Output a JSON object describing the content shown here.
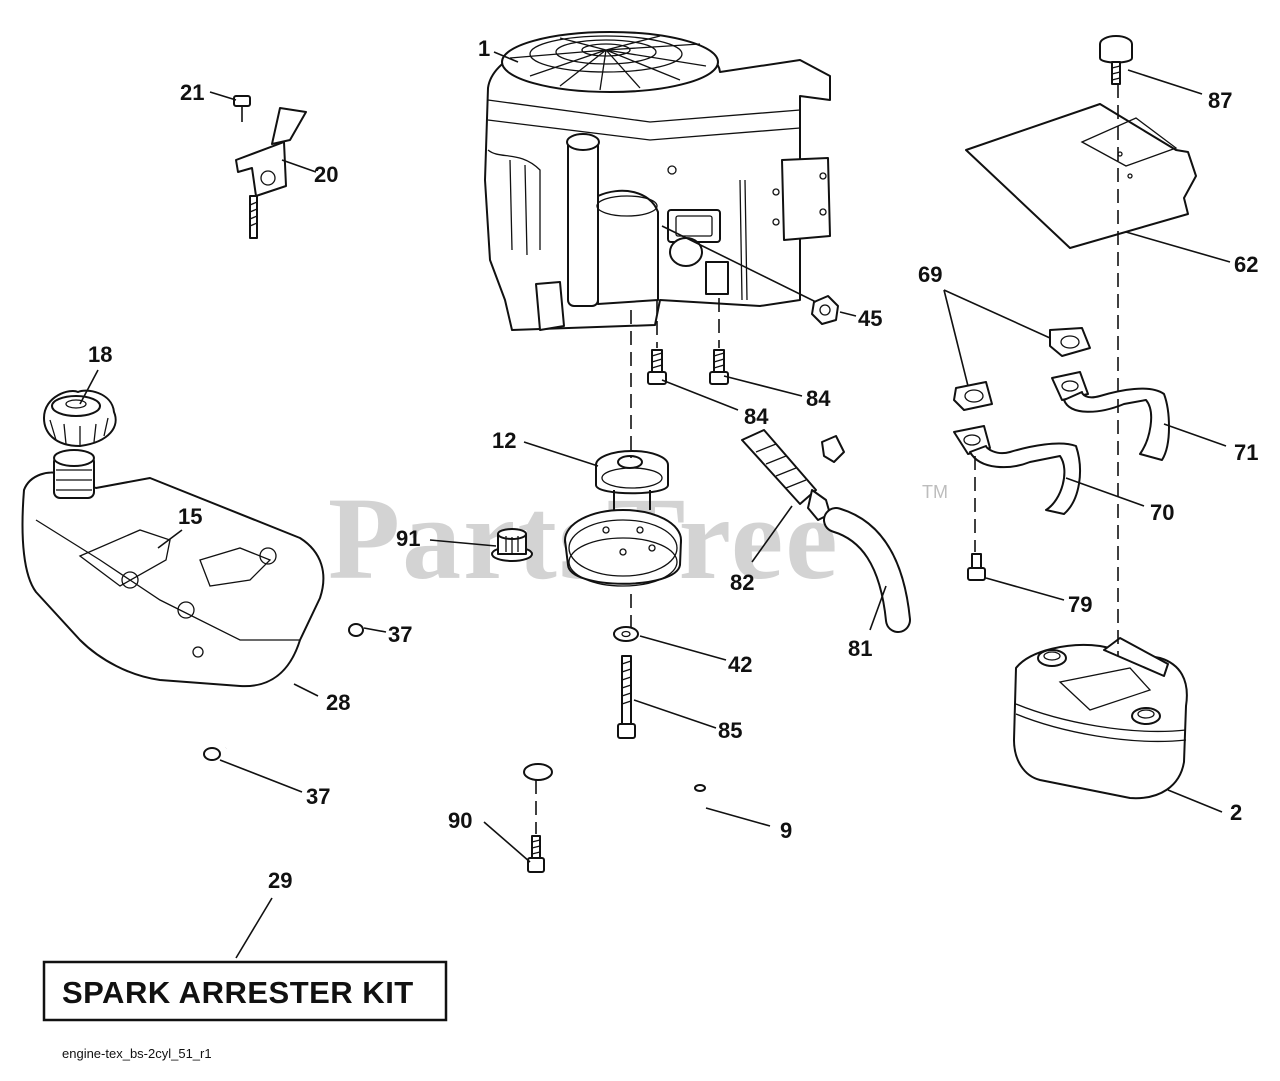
{
  "watermark": {
    "brand": "PartsTree",
    "trademark": "TM"
  },
  "kit_label": "SPARK ARRESTER KIT",
  "footer_code": "engine-tex_bs-2cyl_51_r1",
  "callouts": {
    "p1": "1",
    "p21": "21",
    "p20": "20",
    "p87": "87",
    "p62": "62",
    "p45": "45",
    "p69": "69",
    "p18": "18",
    "p84a": "84",
    "p84b": "84",
    "p12": "12",
    "p15": "15",
    "p91": "91",
    "p82": "82",
    "p71": "71",
    "p70": "70",
    "p79": "79",
    "p37a": "37",
    "p42": "42",
    "p81": "81",
    "p28": "28",
    "p85": "85",
    "p37b": "37",
    "p2": "2",
    "p90": "90",
    "p9": "9",
    "p29": "29"
  }
}
